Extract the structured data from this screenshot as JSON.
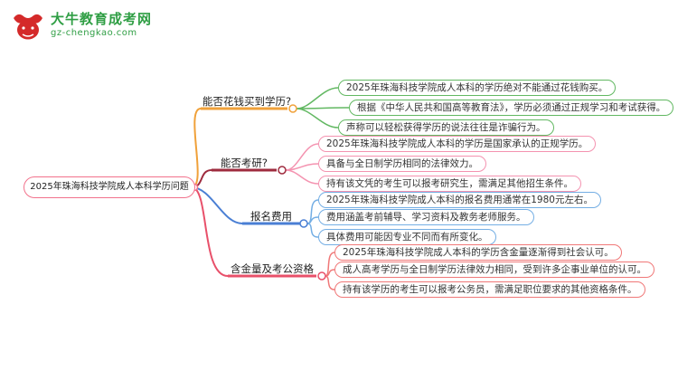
{
  "logo": {
    "title": "大牛教育成考网",
    "url": "gz-chengkao.com",
    "brand_red": "#d42a2a",
    "brand_green": "#2f9e44"
  },
  "central": {
    "text": "2025年珠海科技学院成人本科学历问题",
    "border_color": "#f2728c"
  },
  "branches": [
    {
      "label": "能否花钱买到学历?",
      "line_color": "#f0a13a",
      "leaf_border_color": "#62b862",
      "leaves": [
        "2025年珠海科技学院成人本科的学历绝对不能通过花钱购买。",
        "根据《中华人民共和国高等教育法》，学历必须通过正规学习和考试获得。",
        "声称可以轻松获得学历的说法往往是诈骗行为。"
      ]
    },
    {
      "label": "能否考研?",
      "line_color": "#9e2b3e",
      "leaf_border_color": "#f493b0",
      "leaves": [
        "2025年珠海科技学院成人本科的学历是国家承认的正规学历。",
        "具备与全日制学历相同的法律效力。",
        "持有该文凭的考生可以报考研究生，需满足其他招生条件。"
      ]
    },
    {
      "label": "报名费用",
      "line_color": "#4a7fd4",
      "leaf_border_color": "#74aee4",
      "leaves": [
        "2025年珠海科技学院成人本科的报名费用通常在1980元左右。",
        "费用涵盖考前辅导、学习资料及教务老师服务。",
        "具体费用可能因专业不同而有所变化。"
      ]
    },
    {
      "label": "含金量及考公资格",
      "line_color": "#e8506a",
      "leaf_border_color": "#f07878",
      "leaves": [
        "2025年珠海科技学院成人本科的学历含金量逐渐得到社会认可。",
        "成人高考学历与全日制学历法律效力相同，受到许多企事业单位的认可。",
        "持有该学历的考生可以报考公务员，需满足职位要求的其他资格条件。"
      ]
    }
  ]
}
